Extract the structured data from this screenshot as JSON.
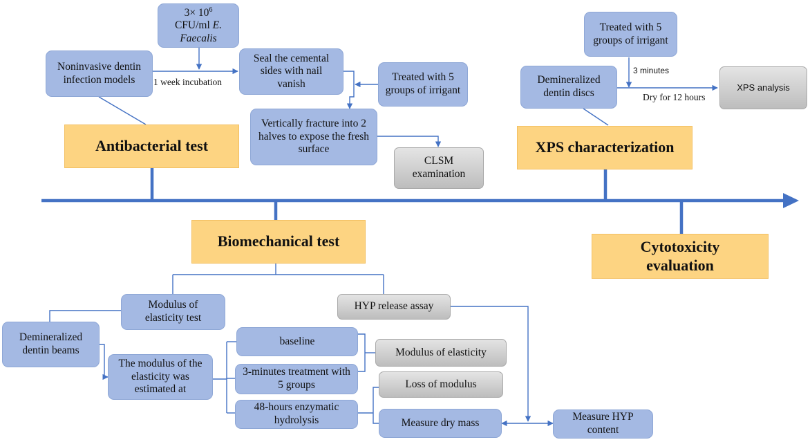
{
  "main_stages": {
    "antibacterial": "Antibacterial test",
    "xps": "XPS characterization",
    "biomechanical": "Biomechanical test",
    "cytotoxicity": "Cytotoxicity evaluation"
  },
  "antibacterial": {
    "inoculum_line1": "3× 10",
    "inoculum_exp": "6",
    "inoculum_line2": "CFU/ml",
    "inoculum_species": "E. Faecalis",
    "models": "Noninvasive dentin infection models",
    "incubation": "1 week incubation",
    "seal": "Seal the cemental sides with nail vanish",
    "treated": "Treated with 5 groups of irrigant",
    "fracture": "Vertically fracture into 2 halves to expose the fresh surface",
    "clsm": "CLSM examination"
  },
  "xps": {
    "treated": "Treated with 5 groups of irrigant",
    "time": "3 minutes",
    "discs": "Demineralized dentin discs",
    "dry": "Dry for 12 hours",
    "analysis": "XPS analysis"
  },
  "biomechanical": {
    "modulus_test": "Modulus of elasticity test",
    "hyp_assay": "HYP release assay",
    "beams": "Demineralized dentin beams",
    "estimated": "The modulus of the elasticity was estimated at",
    "baseline": "baseline",
    "treatment": "3-minutes treatment with 5 groups",
    "hydrolysis": "48-hours enzymatic hydrolysis",
    "modulus": "Modulus of elasticity",
    "loss": "Loss of modulus",
    "dry_mass": "Measure dry mass",
    "hyp_content": "Measure HYP content"
  },
  "colors": {
    "process_box": "#a4b9e3",
    "stage_box": "#fdd482",
    "result_box": "#c9c9c9",
    "connector": "#4472c4"
  }
}
